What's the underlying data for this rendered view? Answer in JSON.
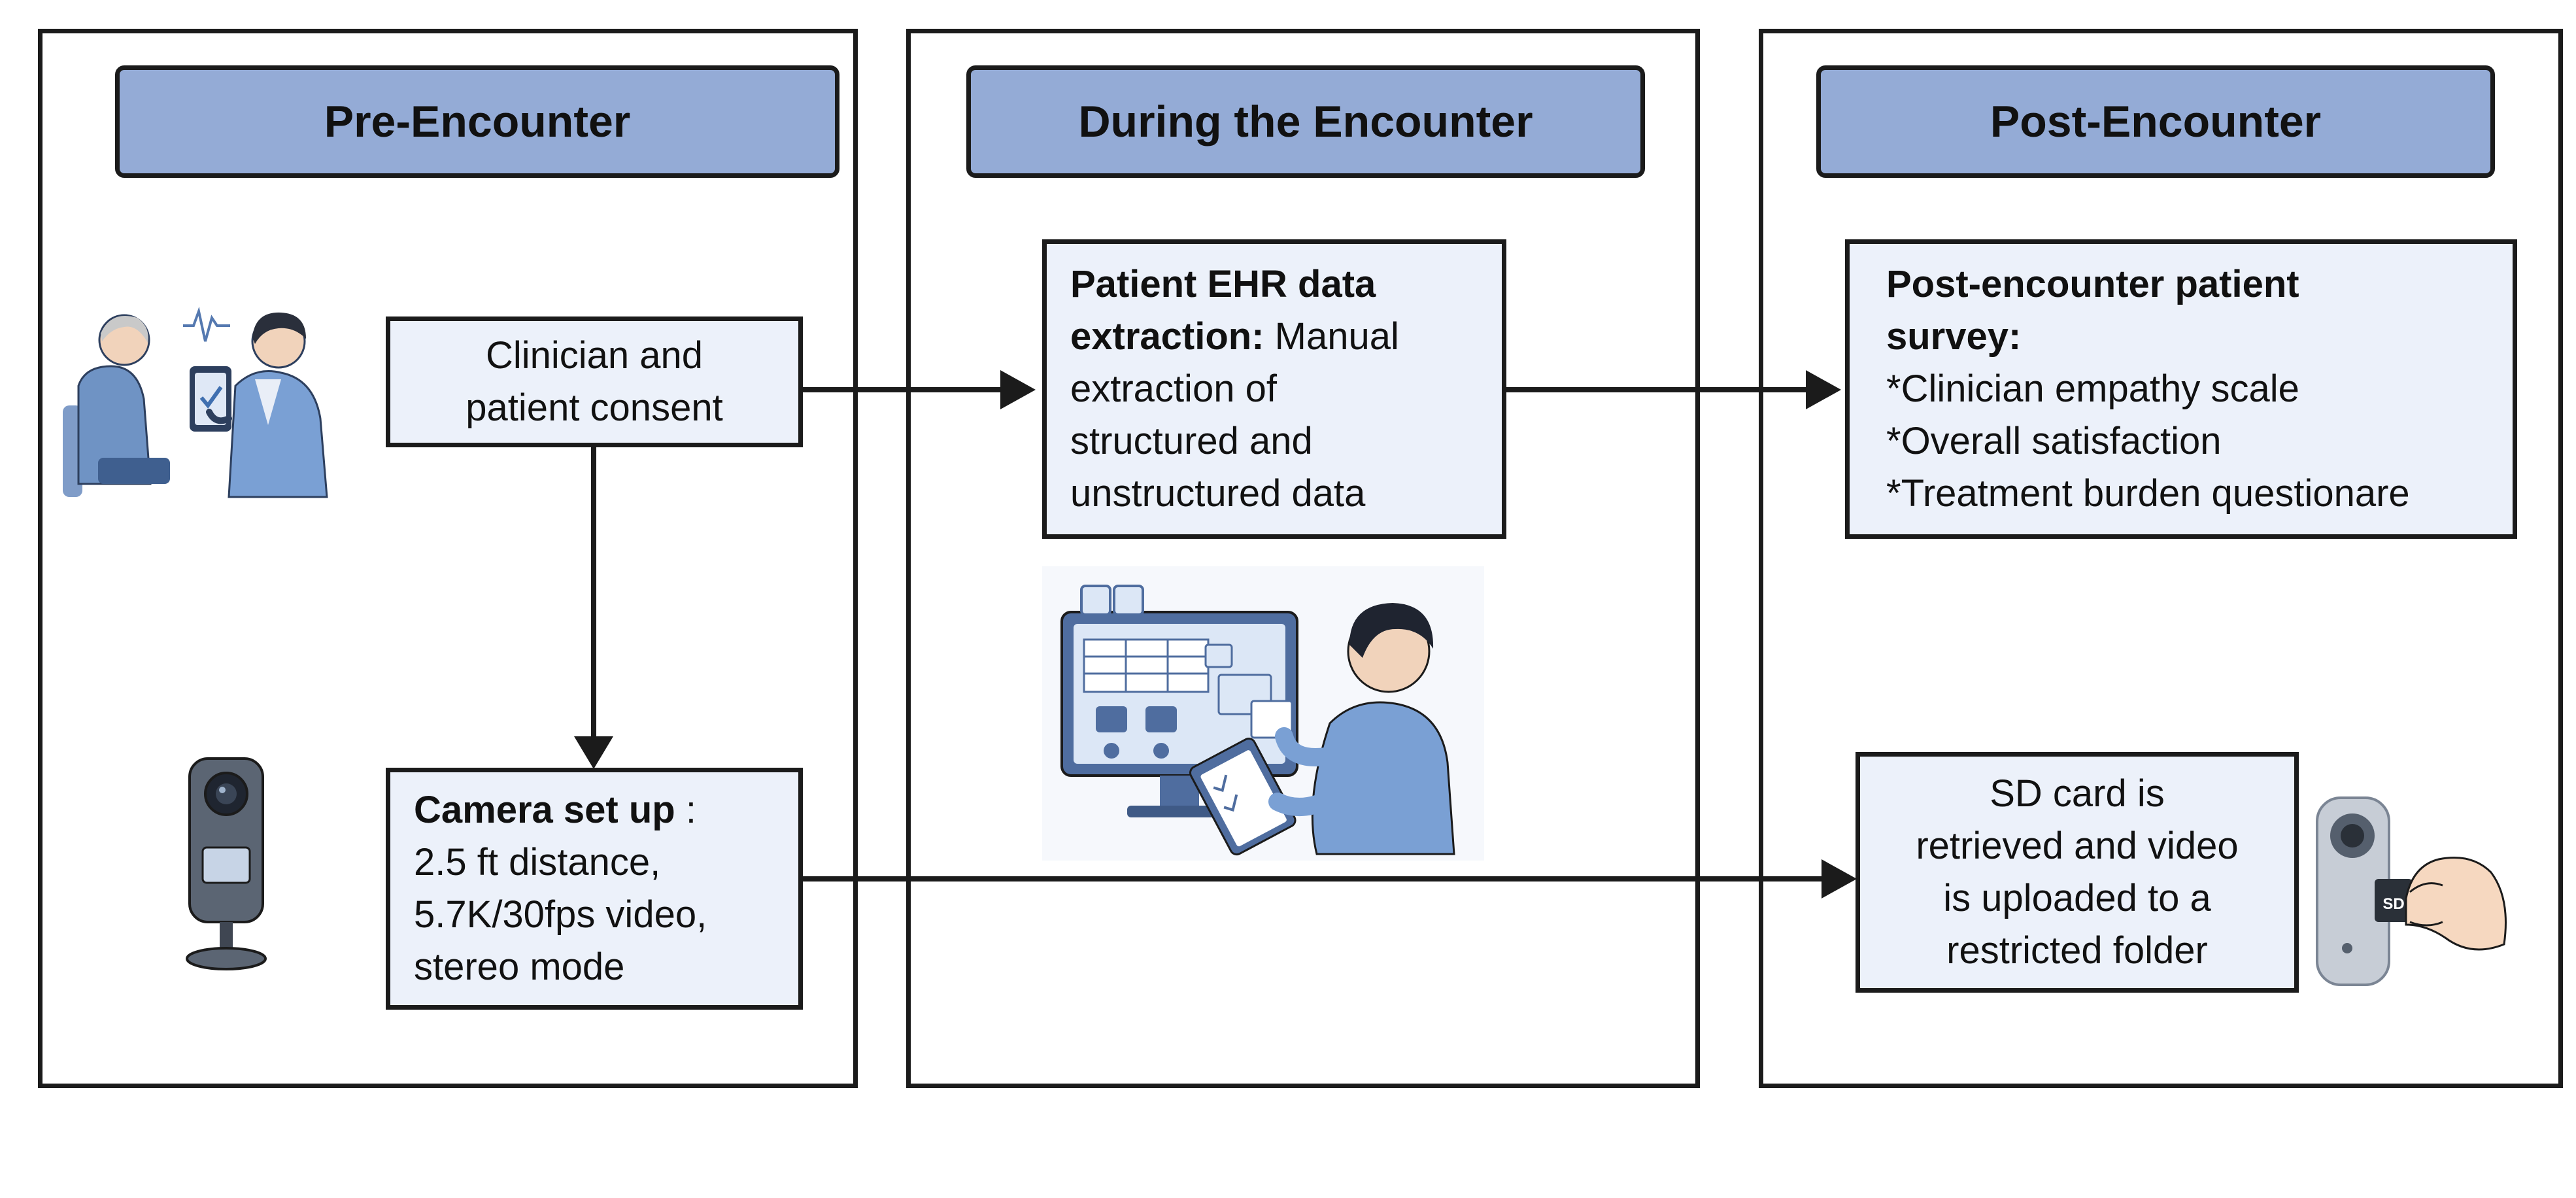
{
  "columns": [
    {
      "title": "Pre-Encounter"
    },
    {
      "title": "During the Encounter"
    },
    {
      "title": "Post-Encounter"
    }
  ],
  "pre_encounter": {
    "consent": {
      "line1": "Clinician and",
      "line2": "patient consent"
    },
    "camera": {
      "bold": "Camera set up",
      "suffix": " :",
      "line2": "2.5 ft distance,",
      "line3": "5.7K/30fps video,",
      "line4": "stereo mode"
    }
  },
  "during_encounter": {
    "ehr": {
      "bold1": "Patient EHR data",
      "bold2": "extraction:",
      "rest2": " Manual",
      "line3": "extraction of",
      "line4": "structured and",
      "line5": "unstructured data"
    }
  },
  "post_encounter": {
    "survey": {
      "bold1": "Post-encounter patient",
      "bold2": "survey:",
      "item1": "*Clinician empathy scale",
      "item2": "*Overall satisfaction",
      "item3": "*Treatment burden questionare"
    },
    "sd_card": {
      "line1": "SD card is",
      "line2": "retrieved and video",
      "line3": "is uploaded to a",
      "line4": "restricted folder",
      "sd_label": "SD"
    }
  },
  "colors": {
    "header_fill": "#94abd6",
    "box_fill": "#ecf1fa",
    "stroke": "#1b1b1b",
    "illustration_blue": "#6f93c4"
  },
  "icons": [
    "clinician-patient-consent-illustration",
    "camera-icon",
    "ehr-computer-illustration",
    "sd-card-camera-illustration"
  ]
}
